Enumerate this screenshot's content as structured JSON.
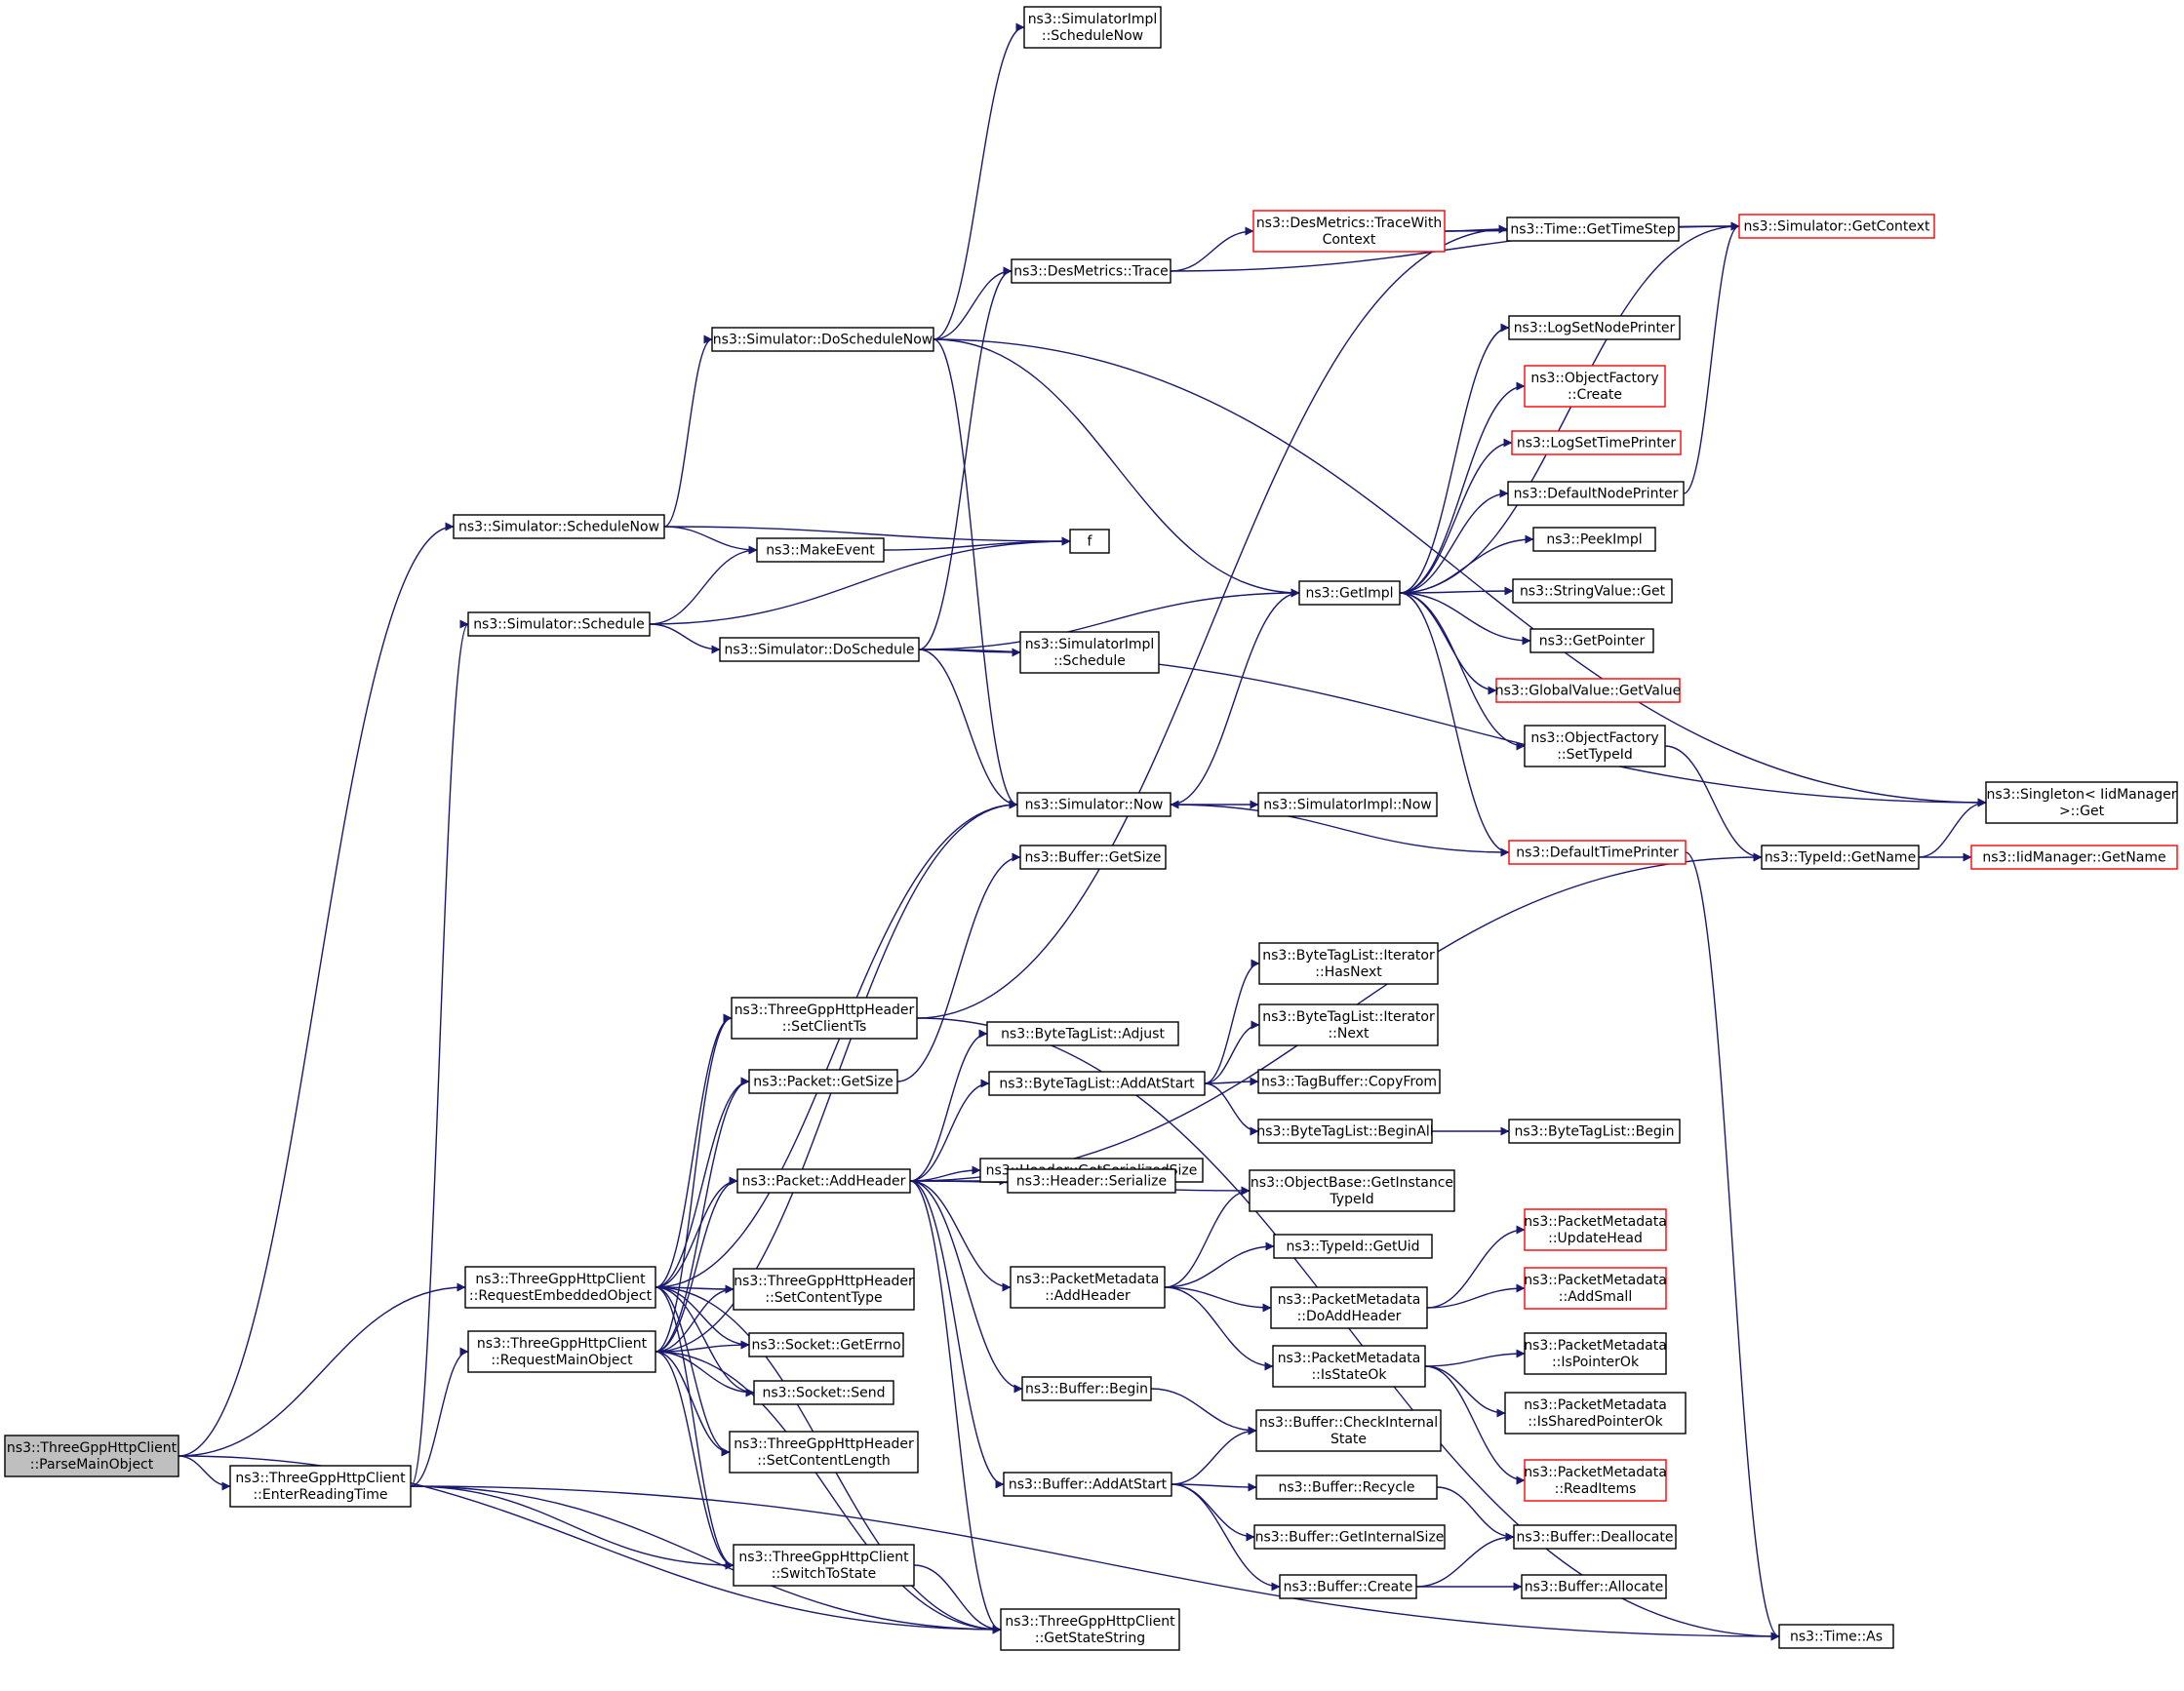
{
  "colors": {
    "edge": "#191970",
    "border_normal": "#000000",
    "border_truncated": "#ff0000",
    "fill_normal": "#ffffff",
    "fill_root": "#bfbfbf"
  },
  "nodes": [
    {
      "id": "root",
      "lines": [
        "ns3::ThreeGppHttpClient",
        "::ParseMainObject"
      ],
      "root": true
    },
    {
      "id": "enterReading",
      "lines": [
        "ns3::ThreeGppHttpClient",
        "::EnterReadingTime"
      ]
    },
    {
      "id": "simScheduleNow",
      "lines": [
        "ns3::Simulator::ScheduleNow"
      ]
    },
    {
      "id": "simSchedule",
      "lines": [
        "ns3::Simulator::Schedule"
      ]
    },
    {
      "id": "reqEmbedded",
      "lines": [
        "ns3::ThreeGppHttpClient",
        "::RequestEmbeddedObject"
      ]
    },
    {
      "id": "reqMain",
      "lines": [
        "ns3::ThreeGppHttpClient",
        "::RequestMainObject"
      ]
    },
    {
      "id": "switchToState",
      "lines": [
        "ns3::ThreeGppHttpClient",
        "::SwitchToState"
      ]
    },
    {
      "id": "getStateString",
      "lines": [
        "ns3::ThreeGppHttpClient",
        "::GetStateString"
      ]
    },
    {
      "id": "doScheduleNow",
      "lines": [
        "ns3::Simulator::DoScheduleNow"
      ]
    },
    {
      "id": "makeEvent",
      "lines": [
        "ns3::MakeEvent"
      ]
    },
    {
      "id": "f",
      "lines": [
        "f"
      ]
    },
    {
      "id": "doSchedule",
      "lines": [
        "ns3::Simulator::DoSchedule"
      ]
    },
    {
      "id": "setClientTs",
      "lines": [
        "ns3::ThreeGppHttpHeader",
        "::SetClientTs"
      ]
    },
    {
      "id": "packetGetSize",
      "lines": [
        "ns3::Packet::GetSize"
      ]
    },
    {
      "id": "packetAddHeader",
      "lines": [
        "ns3::Packet::AddHeader"
      ]
    },
    {
      "id": "setContentType",
      "lines": [
        "ns3::ThreeGppHttpHeader",
        "::SetContentType"
      ]
    },
    {
      "id": "socketGetErrno",
      "lines": [
        "ns3::Socket::GetErrno"
      ]
    },
    {
      "id": "socketSend",
      "lines": [
        "ns3::Socket::Send"
      ]
    },
    {
      "id": "setContentLength",
      "lines": [
        "ns3::ThreeGppHttpHeader",
        "::SetContentLength"
      ]
    },
    {
      "id": "simImplScheduleNow",
      "lines": [
        "ns3::SimulatorImpl",
        "::ScheduleNow"
      ]
    },
    {
      "id": "desTrace",
      "lines": [
        "ns3::DesMetrics::Trace"
      ]
    },
    {
      "id": "simNow",
      "lines": [
        "ns3::Simulator::Now"
      ]
    },
    {
      "id": "simImplSchedule",
      "lines": [
        "ns3::SimulatorImpl",
        "::Schedule"
      ]
    },
    {
      "id": "bufferGetSize",
      "lines": [
        "ns3::Buffer::GetSize"
      ]
    },
    {
      "id": "byteTagAdjust",
      "lines": [
        "ns3::ByteTagList::Adjust"
      ]
    },
    {
      "id": "byteTagAddAtStart",
      "lines": [
        "ns3::ByteTagList::AddAtStart"
      ]
    },
    {
      "id": "headerGetSerializedSize",
      "lines": [
        "ns3::Header::GetSerializedSize"
      ]
    },
    {
      "id": "headerSerialize",
      "lines": [
        "ns3::Header::Serialize"
      ]
    },
    {
      "id": "pmAddHeader",
      "lines": [
        "ns3::PacketMetadata",
        "::AddHeader"
      ]
    },
    {
      "id": "bufferBegin",
      "lines": [
        "ns3::Buffer::Begin"
      ]
    },
    {
      "id": "bufferAddAtStart",
      "lines": [
        "ns3::Buffer::AddAtStart"
      ]
    },
    {
      "id": "traceWithContext",
      "lines": [
        "ns3::DesMetrics::TraceWith",
        "Context"
      ],
      "truncated": true
    },
    {
      "id": "getImpl",
      "lines": [
        "ns3::GetImpl"
      ]
    },
    {
      "id": "simImplNow",
      "lines": [
        "ns3::SimulatorImpl::Now"
      ]
    },
    {
      "id": "btIterHasNext",
      "lines": [
        "ns3::ByteTagList::Iterator",
        "::HasNext"
      ]
    },
    {
      "id": "btIterNext",
      "lines": [
        "ns3::ByteTagList::Iterator",
        "::Next"
      ]
    },
    {
      "id": "tagBufferCopyFrom",
      "lines": [
        "ns3::TagBuffer::CopyFrom"
      ]
    },
    {
      "id": "btBeginAll",
      "lines": [
        "ns3::ByteTagList::BeginAll"
      ]
    },
    {
      "id": "objGetInstanceTypeId",
      "lines": [
        "ns3::ObjectBase::GetInstance",
        "TypeId"
      ]
    },
    {
      "id": "typeIdGetUid",
      "lines": [
        "ns3::TypeId::GetUid"
      ]
    },
    {
      "id": "pmDoAddHeader",
      "lines": [
        "ns3::PacketMetadata",
        "::DoAddHeader"
      ]
    },
    {
      "id": "pmIsStateOk",
      "lines": [
        "ns3::PacketMetadata",
        "::IsStateOk"
      ]
    },
    {
      "id": "bufferCheckInternal",
      "lines": [
        "ns3::Buffer::CheckInternal",
        "State"
      ]
    },
    {
      "id": "bufferRecycle",
      "lines": [
        "ns3::Buffer::Recycle"
      ]
    },
    {
      "id": "bufferGetInternalSize",
      "lines": [
        "ns3::Buffer::GetInternalSize"
      ]
    },
    {
      "id": "bufferCreate",
      "lines": [
        "ns3::Buffer::Create"
      ]
    },
    {
      "id": "timeGetTimeStep",
      "lines": [
        "ns3::Time::GetTimeStep"
      ]
    },
    {
      "id": "logSetNodePrinter",
      "lines": [
        "ns3::LogSetNodePrinter"
      ]
    },
    {
      "id": "objFactoryCreate",
      "lines": [
        "ns3::ObjectFactory",
        "::Create"
      ],
      "truncated": true
    },
    {
      "id": "logSetTimePrinter",
      "lines": [
        "ns3::LogSetTimePrinter"
      ],
      "truncated": true
    },
    {
      "id": "defaultNodePrinter",
      "lines": [
        "ns3::DefaultNodePrinter"
      ]
    },
    {
      "id": "peekImpl",
      "lines": [
        "ns3::PeekImpl"
      ]
    },
    {
      "id": "stringValueGet",
      "lines": [
        "ns3::StringValue::Get"
      ]
    },
    {
      "id": "getPointer",
      "lines": [
        "ns3::GetPointer"
      ]
    },
    {
      "id": "globalValueGetValue",
      "lines": [
        "ns3::GlobalValue::GetValue"
      ],
      "truncated": true
    },
    {
      "id": "objFactorySetTypeId",
      "lines": [
        "ns3::ObjectFactory",
        "::SetTypeId"
      ]
    },
    {
      "id": "defaultTimePrinter",
      "lines": [
        "ns3::DefaultTimePrinter"
      ],
      "truncated": true
    },
    {
      "id": "btBegin",
      "lines": [
        "ns3::ByteTagList::Begin"
      ]
    },
    {
      "id": "pmUpdateHead",
      "lines": [
        "ns3::PacketMetadata",
        "::UpdateHead"
      ],
      "truncated": true
    },
    {
      "id": "pmAddSmall",
      "lines": [
        "ns3::PacketMetadata",
        "::AddSmall"
      ],
      "truncated": true
    },
    {
      "id": "pmIsPointerOk",
      "lines": [
        "ns3::PacketMetadata",
        "::IsPointerOk"
      ]
    },
    {
      "id": "pmIsSharedPointerOk",
      "lines": [
        "ns3::PacketMetadata",
        "::IsSharedPointerOk"
      ]
    },
    {
      "id": "pmReadItems",
      "lines": [
        "ns3::PacketMetadata",
        "::ReadItems"
      ],
      "truncated": true
    },
    {
      "id": "bufferDeallocate",
      "lines": [
        "ns3::Buffer::Deallocate"
      ]
    },
    {
      "id": "bufferAllocate",
      "lines": [
        "ns3::Buffer::Allocate"
      ]
    },
    {
      "id": "timeAs",
      "lines": [
        "ns3::Time::As"
      ]
    },
    {
      "id": "simGetContext",
      "lines": [
        "ns3::Simulator::GetContext"
      ],
      "truncated": true
    },
    {
      "id": "typeIdGetName",
      "lines": [
        "ns3::TypeId::GetName"
      ]
    },
    {
      "id": "singletonGet",
      "lines": [
        "ns3::Singleton< IidManager",
        " >::Get"
      ]
    },
    {
      "id": "iidGetName",
      "lines": [
        "ns3::IidManager::GetName"
      ],
      "truncated": true
    }
  ],
  "edges": [
    [
      "root",
      "simScheduleNow"
    ],
    [
      "root",
      "reqEmbedded"
    ],
    [
      "root",
      "enterReading"
    ],
    [
      "root",
      "getStateString"
    ],
    [
      "enterReading",
      "simSchedule"
    ],
    [
      "enterReading",
      "reqMain"
    ],
    [
      "enterReading",
      "switchToState"
    ],
    [
      "enterReading",
      "getStateString"
    ],
    [
      "enterReading",
      "timeAs"
    ],
    [
      "simScheduleNow",
      "doScheduleNow"
    ],
    [
      "simScheduleNow",
      "makeEvent"
    ],
    [
      "simScheduleNow",
      "f"
    ],
    [
      "simSchedule",
      "makeEvent"
    ],
    [
      "simSchedule",
      "f"
    ],
    [
      "simSchedule",
      "doSchedule"
    ],
    [
      "makeEvent",
      "f"
    ],
    [
      "doScheduleNow",
      "simImplScheduleNow"
    ],
    [
      "doScheduleNow",
      "singletonGet"
    ],
    [
      "doScheduleNow",
      "desTrace"
    ],
    [
      "doScheduleNow",
      "getImpl"
    ],
    [
      "doScheduleNow",
      "simNow"
    ],
    [
      "doSchedule",
      "desTrace"
    ],
    [
      "doSchedule",
      "getImpl"
    ],
    [
      "doSchedule",
      "simImplSchedule"
    ],
    [
      "doSchedule",
      "simNow"
    ],
    [
      "doSchedule",
      "singletonGet"
    ],
    [
      "desTrace",
      "traceWithContext"
    ],
    [
      "desTrace",
      "simGetContext"
    ],
    [
      "traceWithContext",
      "timeGetTimeStep"
    ],
    [
      "traceWithContext",
      "simGetContext"
    ],
    [
      "simNow",
      "getImpl"
    ],
    [
      "simNow",
      "simImplNow"
    ],
    [
      "getImpl",
      "simGetContext"
    ],
    [
      "getImpl",
      "logSetNodePrinter"
    ],
    [
      "getImpl",
      "objFactoryCreate"
    ],
    [
      "getImpl",
      "logSetTimePrinter"
    ],
    [
      "getImpl",
      "defaultNodePrinter"
    ],
    [
      "getImpl",
      "peekImpl"
    ],
    [
      "getImpl",
      "stringValueGet"
    ],
    [
      "getImpl",
      "getPointer"
    ],
    [
      "getImpl",
      "globalValueGetValue"
    ],
    [
      "getImpl",
      "objFactorySetTypeId"
    ],
    [
      "getImpl",
      "defaultTimePrinter"
    ],
    [
      "defaultNodePrinter",
      "simGetContext"
    ],
    [
      "defaultTimePrinter",
      "simNow"
    ],
    [
      "defaultTimePrinter",
      "timeAs"
    ],
    [
      "objFactorySetTypeId",
      "typeIdGetName"
    ],
    [
      "typeIdGetName",
      "singletonGet"
    ],
    [
      "typeIdGetName",
      "iidGetName"
    ],
    [
      "reqEmbedded",
      "simNow"
    ],
    [
      "reqEmbedded",
      "setClientTs"
    ],
    [
      "reqEmbedded",
      "packetGetSize"
    ],
    [
      "reqEmbedded",
      "packetAddHeader"
    ],
    [
      "reqEmbedded",
      "setContentType"
    ],
    [
      "reqEmbedded",
      "socketGetErrno"
    ],
    [
      "reqEmbedded",
      "socketSend"
    ],
    [
      "reqEmbedded",
      "setContentLength"
    ],
    [
      "reqEmbedded",
      "switchToState"
    ],
    [
      "reqEmbedded",
      "getStateString"
    ],
    [
      "reqMain",
      "setClientTs"
    ],
    [
      "reqMain",
      "packetGetSize"
    ],
    [
      "reqMain",
      "packetAddHeader"
    ],
    [
      "reqMain",
      "setContentType"
    ],
    [
      "reqMain",
      "socketGetErrno"
    ],
    [
      "reqMain",
      "socketSend"
    ],
    [
      "reqMain",
      "setContentLength"
    ],
    [
      "reqMain",
      "switchToState"
    ],
    [
      "reqMain",
      "getStateString"
    ],
    [
      "reqMain",
      "simNow"
    ],
    [
      "setClientTs",
      "timeGetTimeStep"
    ],
    [
      "setClientTs",
      "timeAs"
    ],
    [
      "packetGetSize",
      "bufferGetSize"
    ],
    [
      "switchToState",
      "getStateString"
    ],
    [
      "packetAddHeader",
      "typeIdGetName"
    ],
    [
      "packetAddHeader",
      "byteTagAdjust"
    ],
    [
      "packetAddHeader",
      "byteTagAddAtStart"
    ],
    [
      "packetAddHeader",
      "headerGetSerializedSize"
    ],
    [
      "packetAddHeader",
      "headerSerialize"
    ],
    [
      "packetAddHeader",
      "objGetInstanceTypeId"
    ],
    [
      "packetAddHeader",
      "pmAddHeader"
    ],
    [
      "packetAddHeader",
      "bufferBegin"
    ],
    [
      "packetAddHeader",
      "bufferAddAtStart"
    ],
    [
      "packetAddHeader",
      "getStateString"
    ],
    [
      "byteTagAddAtStart",
      "btIterHasNext"
    ],
    [
      "byteTagAddAtStart",
      "btIterNext"
    ],
    [
      "byteTagAddAtStart",
      "tagBufferCopyFrom"
    ],
    [
      "byteTagAddAtStart",
      "btBeginAll"
    ],
    [
      "btBeginAll",
      "btBegin"
    ],
    [
      "pmAddHeader",
      "objGetInstanceTypeId"
    ],
    [
      "pmAddHeader",
      "typeIdGetUid"
    ],
    [
      "pmAddHeader",
      "pmDoAddHeader"
    ],
    [
      "pmAddHeader",
      "pmIsStateOk"
    ],
    [
      "pmDoAddHeader",
      "pmUpdateHead"
    ],
    [
      "pmDoAddHeader",
      "pmAddSmall"
    ],
    [
      "pmIsStateOk",
      "pmIsPointerOk"
    ],
    [
      "pmIsStateOk",
      "pmIsSharedPointerOk"
    ],
    [
      "pmIsStateOk",
      "pmReadItems"
    ],
    [
      "bufferBegin",
      "bufferCheckInternal"
    ],
    [
      "bufferAddAtStart",
      "bufferCheckInternal"
    ],
    [
      "bufferAddAtStart",
      "bufferRecycle"
    ],
    [
      "bufferAddAtStart",
      "bufferGetInternalSize"
    ],
    [
      "bufferAddAtStart",
      "bufferCreate"
    ],
    [
      "bufferRecycle",
      "bufferDeallocate"
    ],
    [
      "bufferCreate",
      "bufferDeallocate"
    ],
    [
      "bufferCreate",
      "bufferAllocate"
    ]
  ]
}
